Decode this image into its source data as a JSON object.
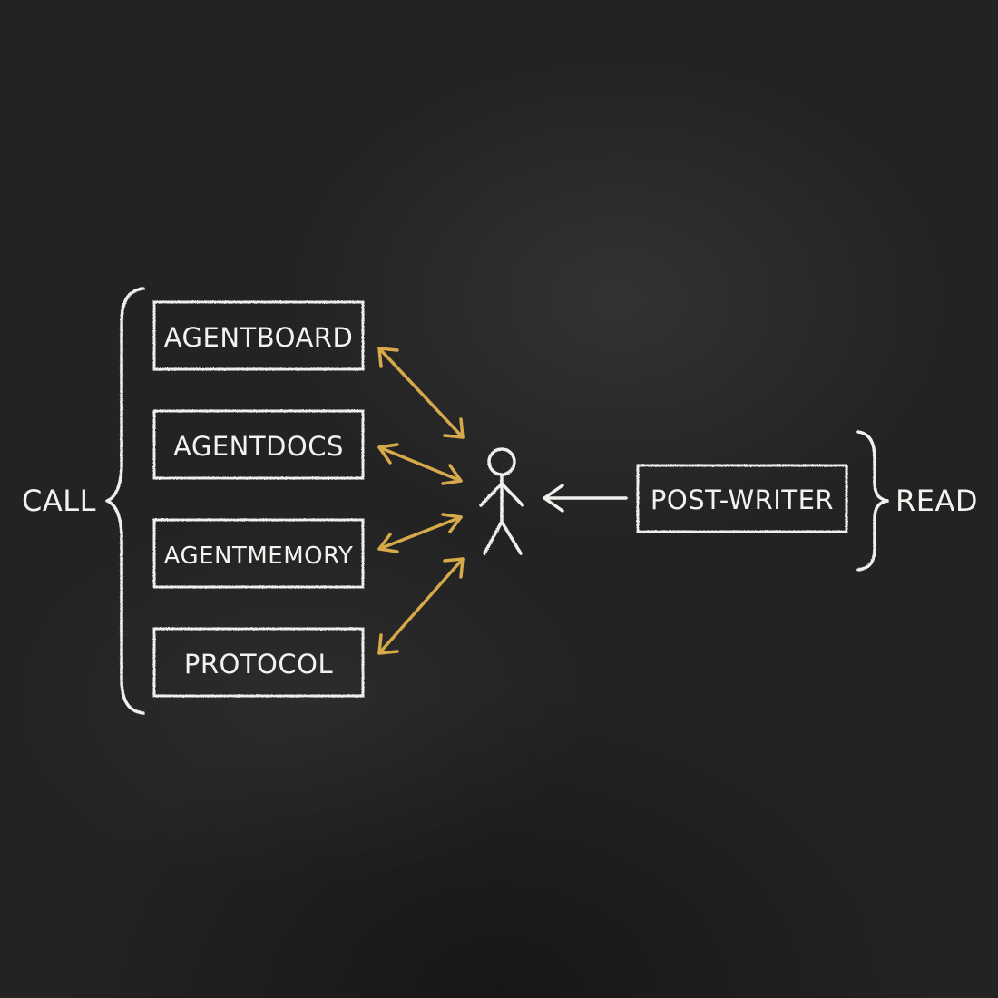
{
  "diagram": {
    "left_label": "CALL",
    "right_label": "READ",
    "modules": [
      {
        "label": "AGENTBOARD"
      },
      {
        "label": "AGENTDOCS"
      },
      {
        "label": "AGENTMEMORY"
      },
      {
        "label": "PROTOCOL"
      }
    ],
    "writer": {
      "label": "POST-WRITER"
    },
    "colors": {
      "board": "#232323",
      "chalk": "#f2f2ee",
      "arrows": "#d6a94a"
    }
  }
}
